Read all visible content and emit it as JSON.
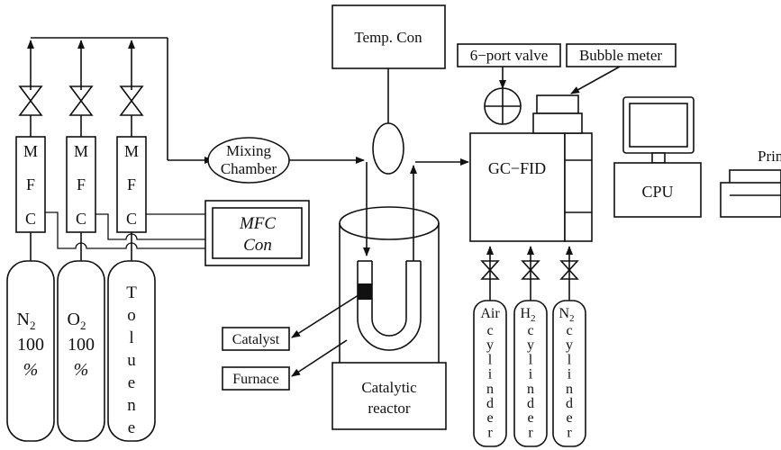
{
  "labels": {
    "temp_con": "Temp. Con",
    "six_port_valve": "6−port valve",
    "bubble_meter": "Bubble meter",
    "mixing_1": "Mixing",
    "mixing_2": "Chamber",
    "gc_fid": "GC−FID",
    "cpu": "CPU",
    "print": "Print",
    "mfc_letters": [
      "M",
      "F",
      "C"
    ],
    "mfc_con_1": "MFC",
    "mfc_con_2": "Con",
    "catalyst": "Catalyst",
    "furnace": "Furnace",
    "reactor_1": "Catalytic",
    "reactor_2": "reactor"
  },
  "gas_cylinders": [
    {
      "id": "n2",
      "lines": [
        "N",
        "100",
        "%"
      ],
      "sub": "2"
    },
    {
      "id": "o2",
      "lines": [
        "O",
        "100",
        "%"
      ],
      "sub": "2"
    },
    {
      "id": "toluene",
      "letters": [
        "T",
        "o",
        "l",
        "u",
        "e",
        "n",
        "e"
      ]
    }
  ],
  "carrier_cylinders": [
    {
      "id": "air",
      "head": "Air",
      "letters": [
        "c",
        "y",
        "l",
        "i",
        "n",
        "d",
        "e",
        "r"
      ]
    },
    {
      "id": "h2",
      "head": "H",
      "sub": "2",
      "letters": [
        "c",
        "y",
        "l",
        "i",
        "n",
        "d",
        "e",
        "r"
      ]
    },
    {
      "id": "n2c",
      "head": "N",
      "sub": "2",
      "letters": [
        "c",
        "y",
        "l",
        "i",
        "n",
        "d",
        "e",
        "r"
      ]
    }
  ]
}
